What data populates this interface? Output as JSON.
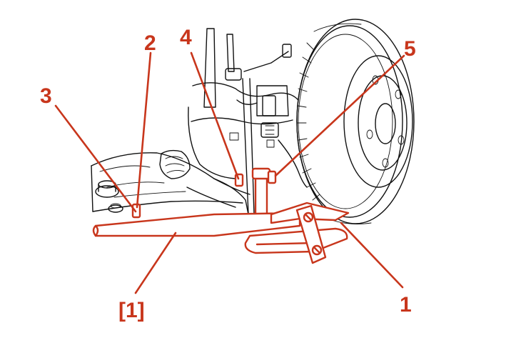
{
  "callouts": {
    "c1": "1",
    "c2": "2",
    "c3": "3",
    "c4": "4",
    "c5": "5",
    "tool": "[1]"
  },
  "colors": {
    "accent": "#c8361c",
    "linework": "#111111",
    "background": "#ffffff"
  }
}
